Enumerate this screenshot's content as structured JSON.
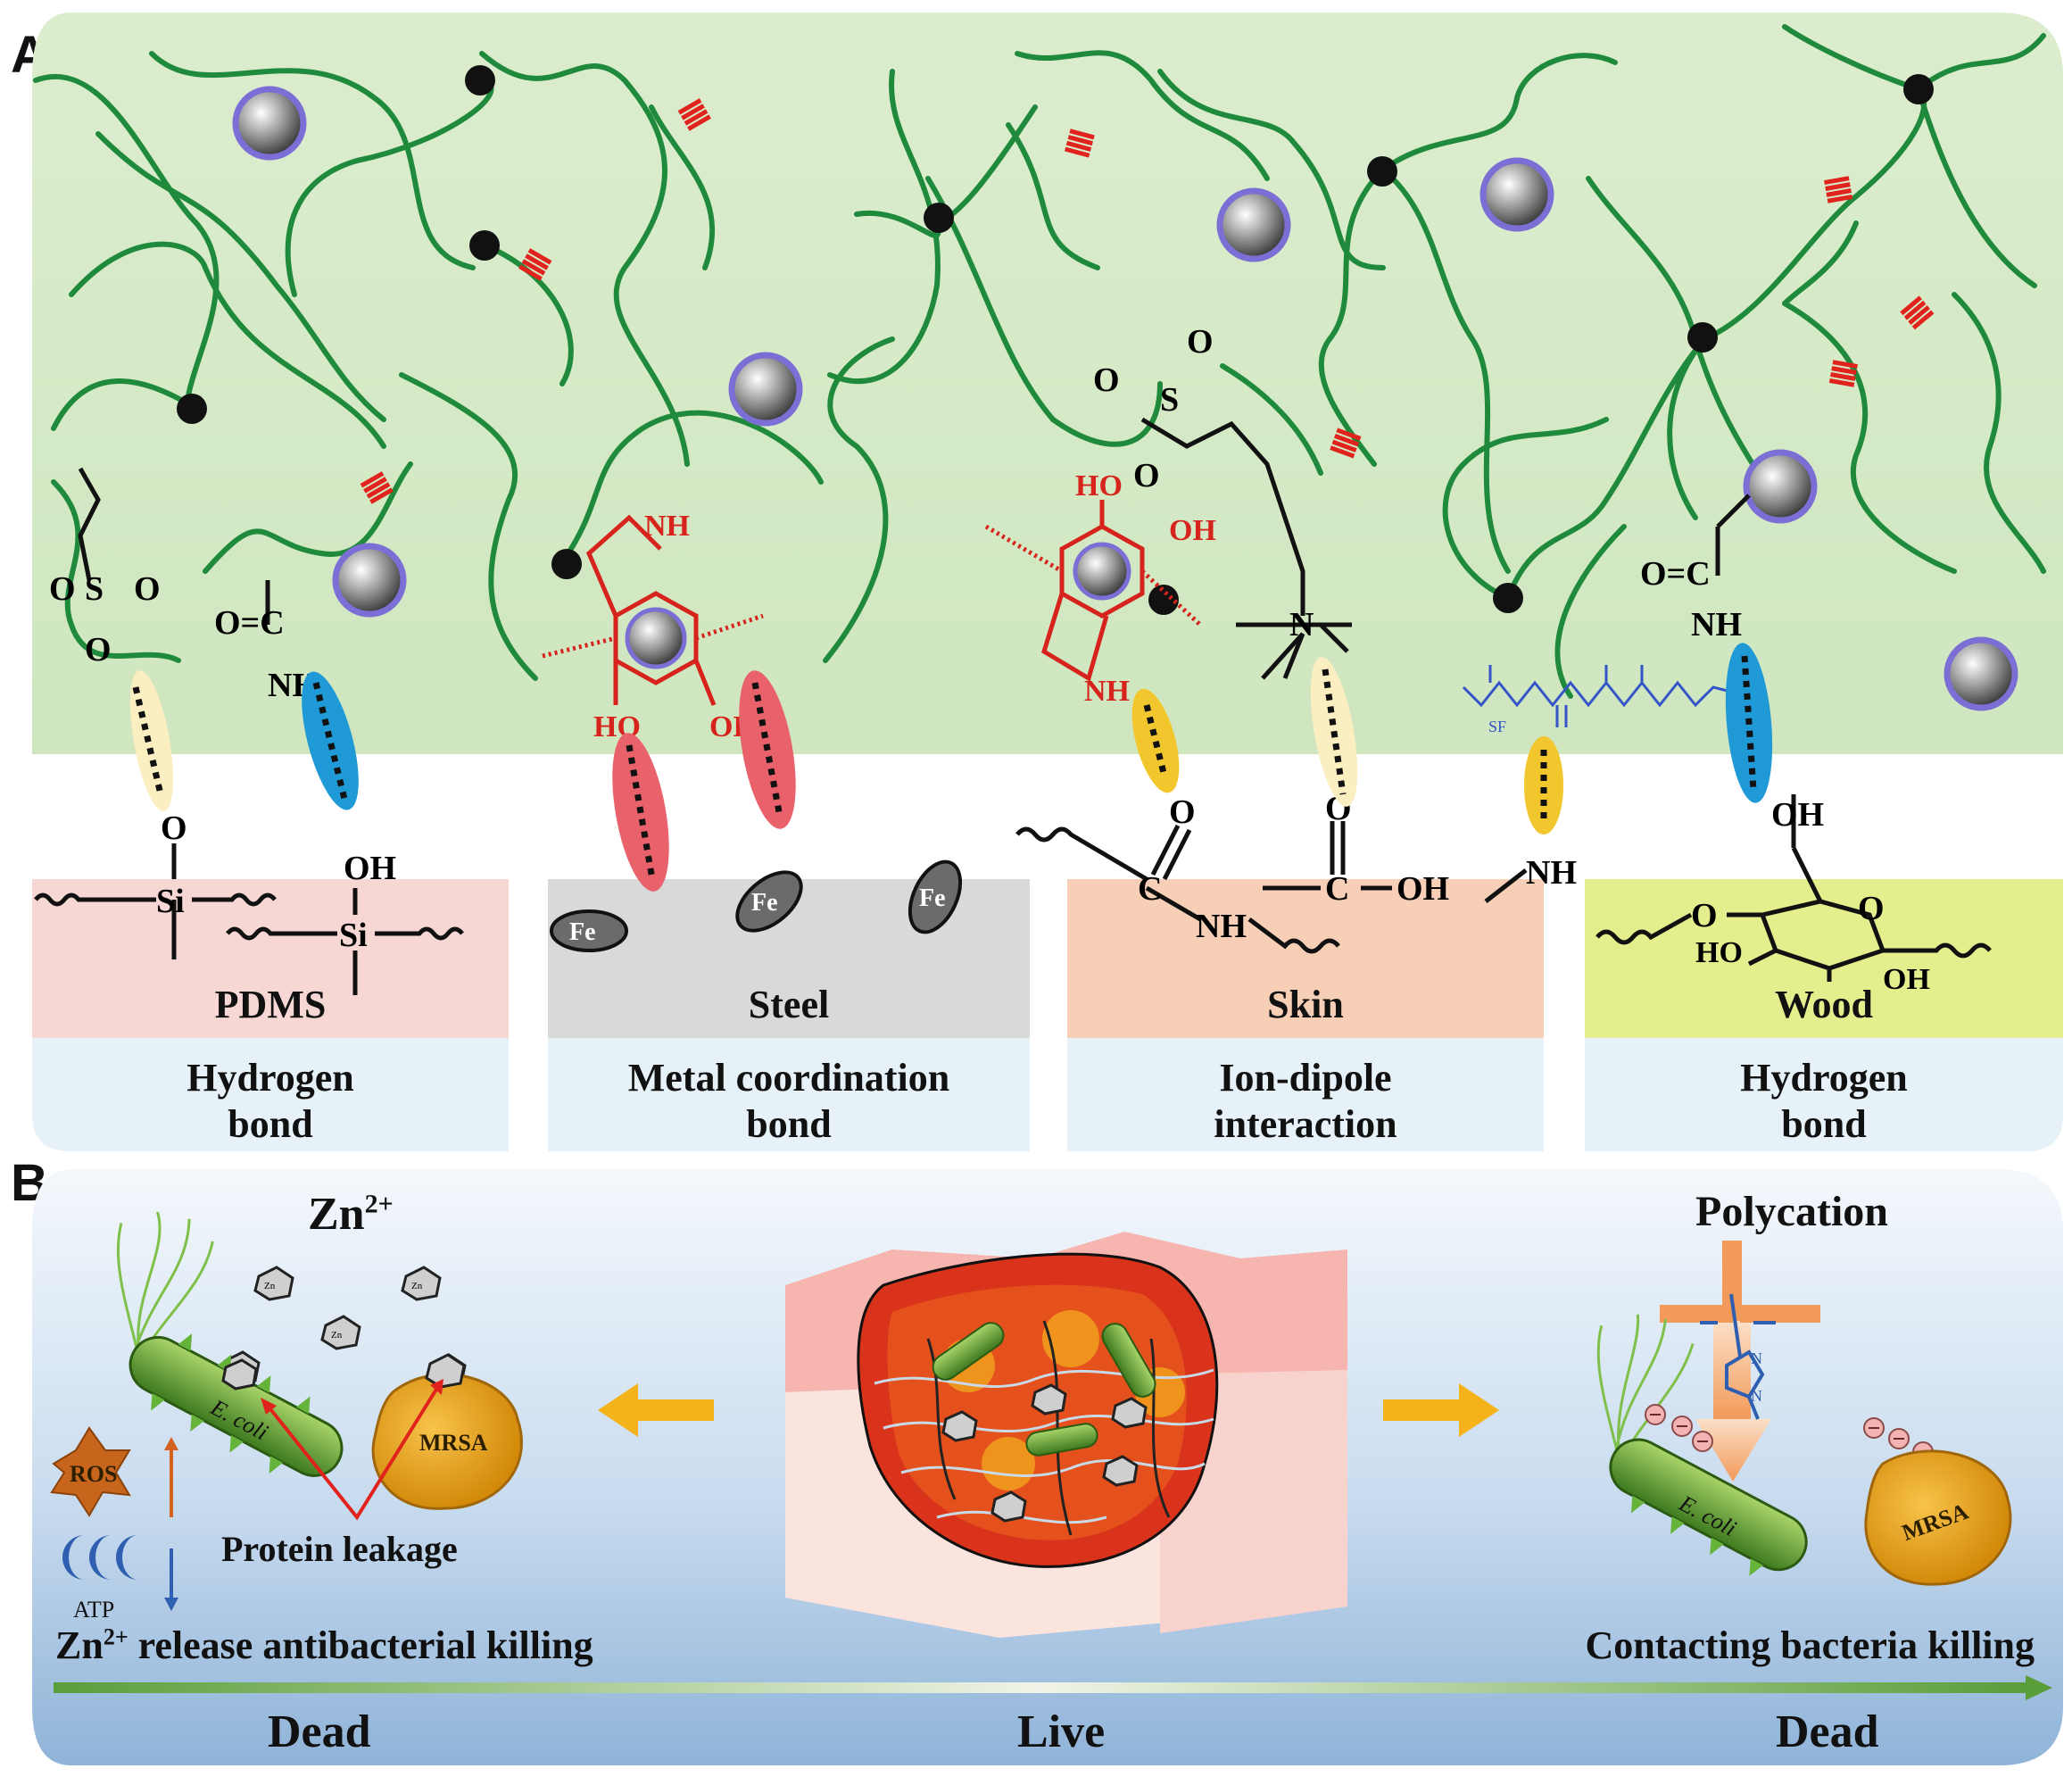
{
  "panel_a": {
    "letter": "A",
    "substrates": [
      {
        "name": "PDMS",
        "bond_line1": "Hydrogen",
        "bond_line2": "bond"
      },
      {
        "name": "Steel",
        "bond_line1": "Metal coordination",
        "bond_line2": "bond"
      },
      {
        "name": "Skin",
        "bond_line1": "Ion-dipole",
        "bond_line2": "interaction"
      },
      {
        "name": "Wood",
        "bond_line1": "Hydrogen",
        "bond_line2": "bond"
      }
    ],
    "chem": {
      "so3_o": "O",
      "so3_s": "S",
      "so3_o2": "O",
      "so3_ominus": "O",
      "amide": "O=C",
      "nh2": "NH",
      "si_o": "O",
      "si": "Si",
      "oh": "OH",
      "si2": "Si",
      "nh": "NH",
      "ho": "HO",
      "oh2": "OH",
      "fe": "Fe",
      "nh_skin": "NH",
      "c_skin": "C",
      "o_skin": "O",
      "c_acid": "C",
      "oh_acid": "OH",
      "o_acid": "O",
      "nh2_skin": "NH",
      "n_plus": "N",
      "wood_oh": "OH",
      "wood_o": "O",
      "wood_ho": "HO",
      "wood_oh2": "OH",
      "wood_ring_o": "O",
      "wood_amide": "O=C",
      "wood_nh2": "NH",
      "sf": "SF",
      "ho_top": "HO",
      "oh_top": "OH",
      "nh_cat": "NH",
      "nh_red2": "NH"
    }
  },
  "panel_b": {
    "letter": "B",
    "zn_label": "Zn",
    "zn_charge": "2+",
    "zn_token": "Zn",
    "ecoli": "E. coli",
    "mrsa": "MRSA",
    "ros": "ROS",
    "atp": "ATP",
    "protein_leakage": "Protein leakage",
    "left_caption_zn": "Zn",
    "left_caption_charge": "2+",
    "left_caption_rest": "release antibacterial killing",
    "right_caption": "Contacting bacteria killing",
    "polycation": "Polycation",
    "imid_n_plus": "N",
    "imid_n": "N",
    "status_left": "Dead",
    "status_center": "Live",
    "status_right": "Dead"
  },
  "colors": {
    "gel_green": "#d4e9c4",
    "chain_green": "#1f8a3c",
    "pdms_pink": "#f7d7d4",
    "steel_gray": "#d8d8d8",
    "skin_peach": "#f6cfb7",
    "wood_yellow": "#e4ee8e",
    "bond_strip": "#e7f2f9",
    "panel_b_blue": "#c7dcef",
    "arrow_orange": "#f5b21a"
  }
}
